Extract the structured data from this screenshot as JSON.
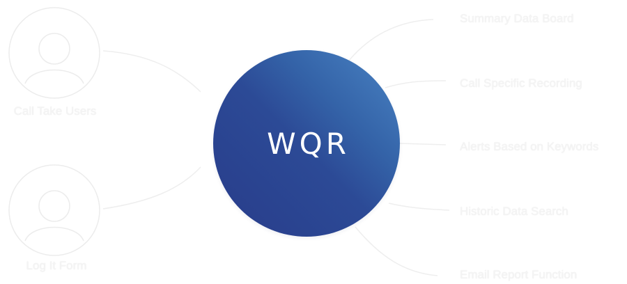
{
  "hub": {
    "label": "WQR",
    "gradient_colors": [
      "#4a84c4",
      "#3463a8",
      "#2c4a96",
      "#283c8a"
    ]
  },
  "users": [
    {
      "label": "Call Take Users",
      "icon": "person-icon"
    },
    {
      "label": "Log It Form",
      "icon": "person-icon"
    }
  ],
  "features": [
    {
      "label": "Summary Data Board"
    },
    {
      "label": "Call Specific Recording"
    },
    {
      "label": "Alerts Based on Keywords"
    },
    {
      "label": "Historic Data Search"
    },
    {
      "label": "Email Report Function"
    }
  ],
  "colors": {
    "background": "#ffffff",
    "connector": "#eeeeee",
    "faint_text": "#f4f4f4"
  }
}
